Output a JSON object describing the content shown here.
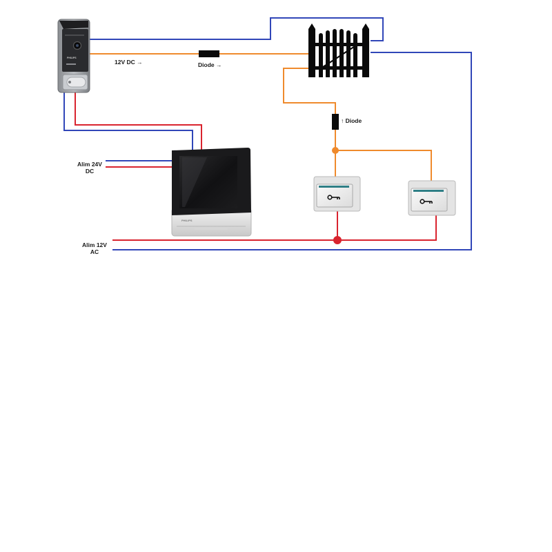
{
  "diagram": {
    "title": "",
    "labels": {
      "dc_12v": "12V DC →",
      "diode_top": "Diode →",
      "diode_right": "↑ Diode",
      "alim_24v_line1": "Alim 24V",
      "alim_24v_line2": "DC",
      "alim_12v_line1": "Alim 12V",
      "alim_12v_line2": "AC",
      "monitor_brand": "PHILIPS",
      "camera_brand": "PHILIPS"
    },
    "components": [
      {
        "name": "outdoor-camera-panel",
        "icon": "door-station-icon"
      },
      {
        "name": "gate",
        "icon": "gate-icon"
      },
      {
        "name": "indoor-monitor",
        "icon": "video-monitor-icon"
      },
      {
        "name": "push-button-1",
        "icon": "key-icon"
      },
      {
        "name": "push-button-2",
        "icon": "key-icon"
      }
    ],
    "wire_colors": {
      "blue": "#3046b8",
      "red": "#d9232e",
      "orange": "#ef8a2c",
      "junction_orange": "#ef8a2c",
      "junction_red": "#d9232e"
    }
  }
}
